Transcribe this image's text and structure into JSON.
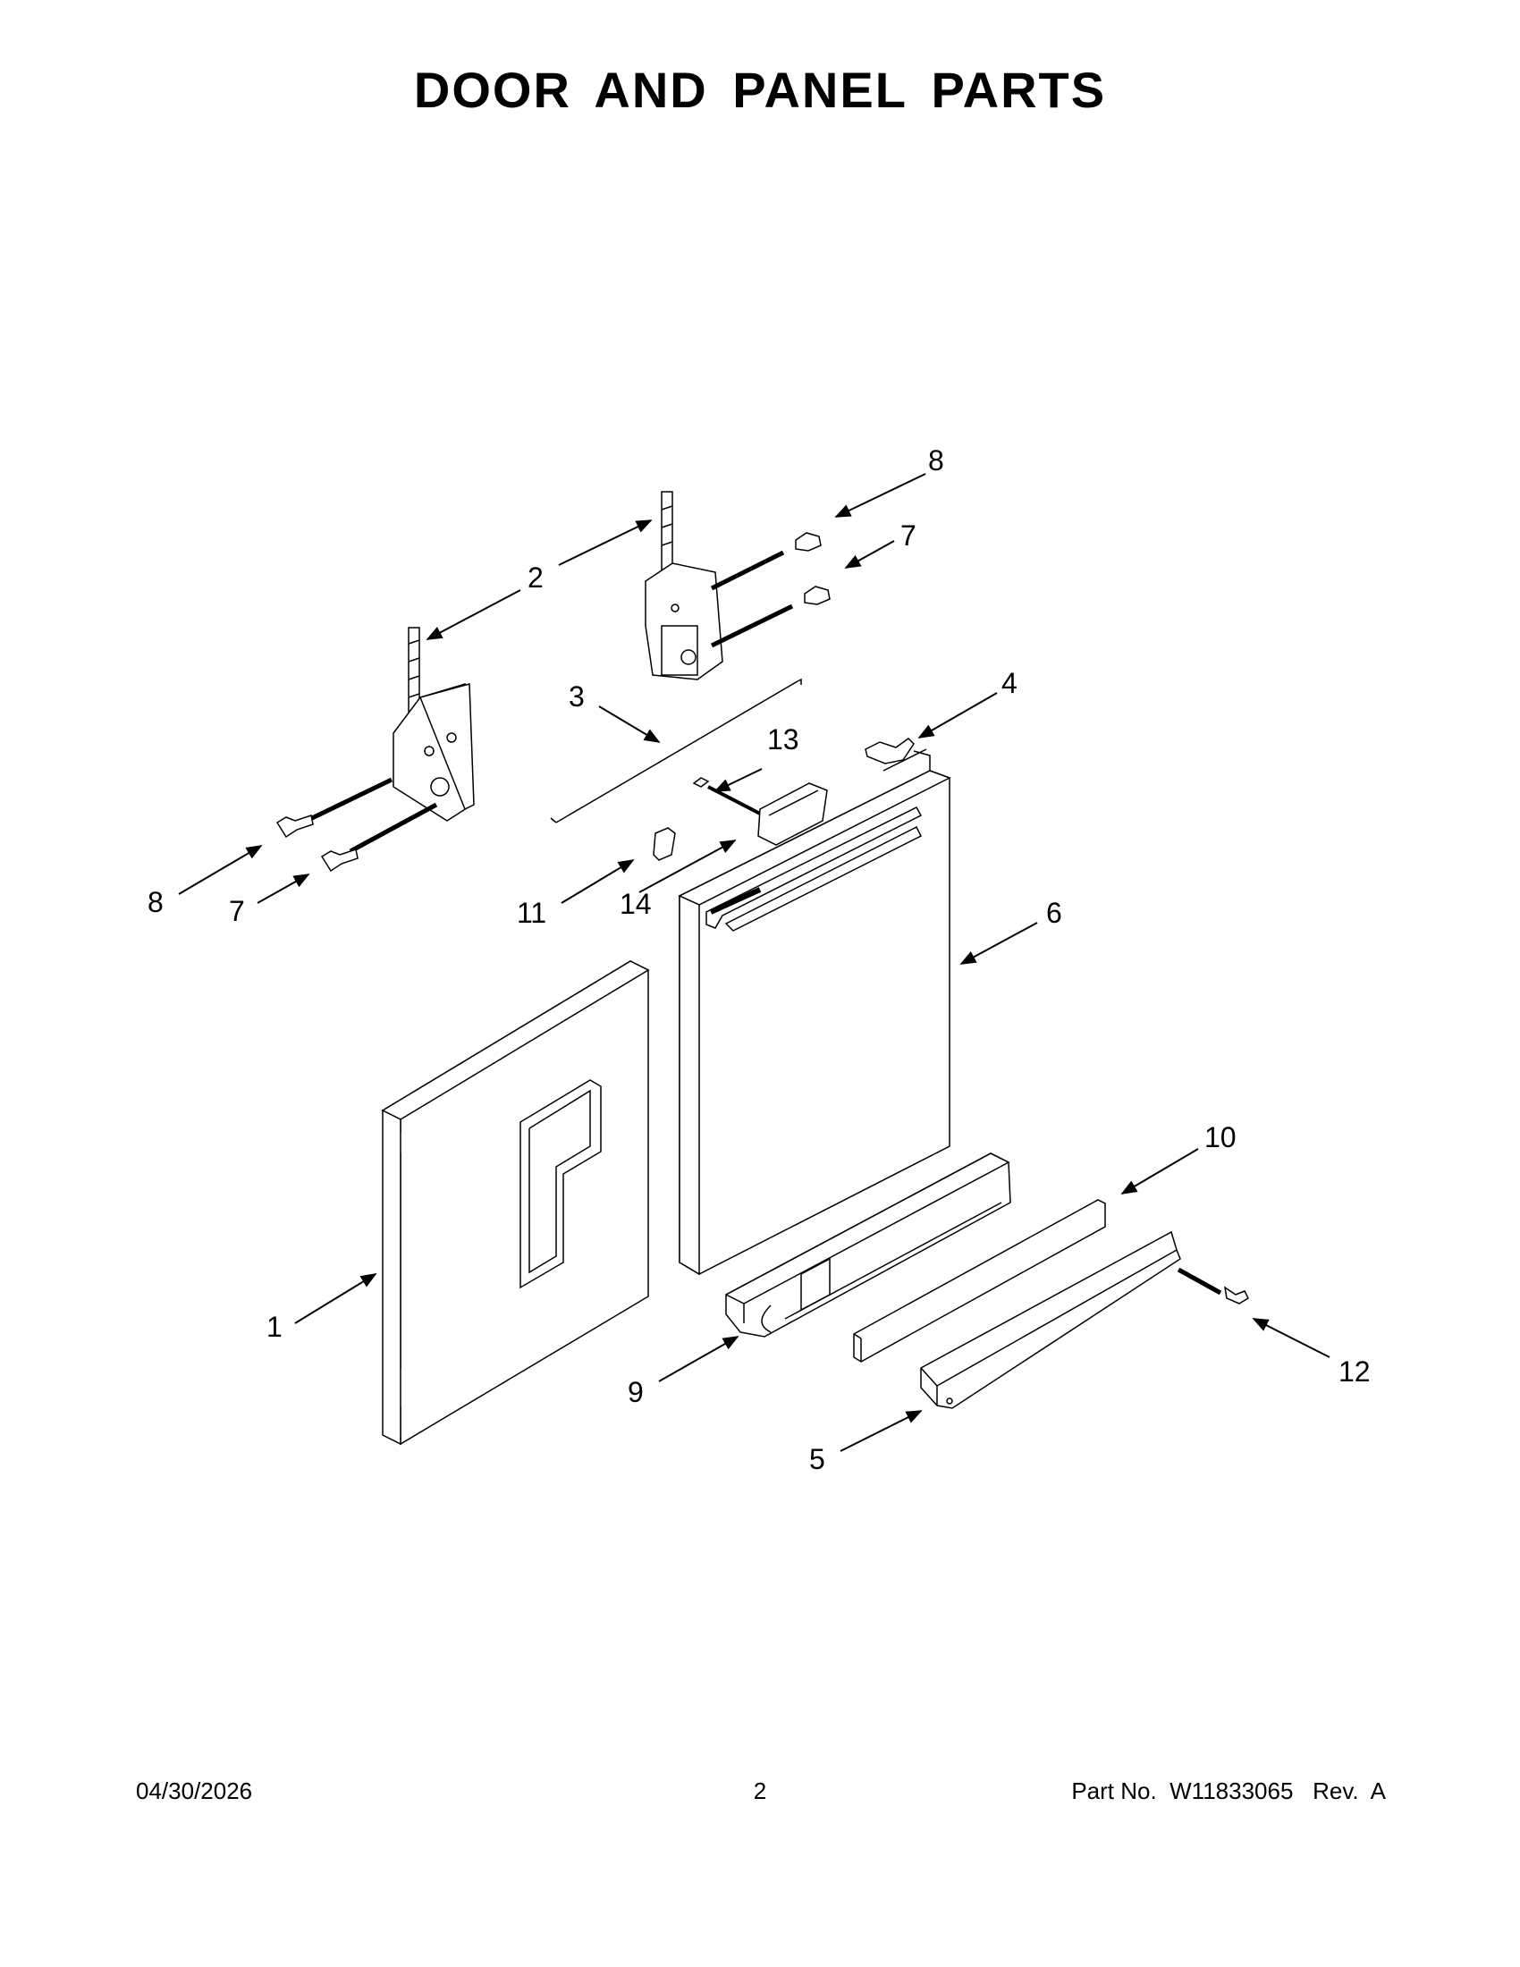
{
  "page": {
    "title": "DOOR AND PANEL PARTS"
  },
  "callouts": [
    {
      "id": "c1",
      "label": "1"
    },
    {
      "id": "c2",
      "label": "2"
    },
    {
      "id": "c3",
      "label": "3"
    },
    {
      "id": "c4",
      "label": "4"
    },
    {
      "id": "c5",
      "label": "5"
    },
    {
      "id": "c6",
      "label": "6"
    },
    {
      "id": "c7a",
      "label": "7"
    },
    {
      "id": "c7b",
      "label": "7"
    },
    {
      "id": "c8a",
      "label": "8"
    },
    {
      "id": "c8b",
      "label": "8"
    },
    {
      "id": "c9",
      "label": "9"
    },
    {
      "id": "c10",
      "label": "10"
    },
    {
      "id": "c11",
      "label": "11"
    },
    {
      "id": "c12",
      "label": "12"
    },
    {
      "id": "c13",
      "label": "13"
    },
    {
      "id": "c14",
      "label": "14"
    }
  ],
  "footer": {
    "date": "04/30/2026",
    "page_number": "2",
    "part_number": "Part No.  W11833065   Rev.  A"
  }
}
